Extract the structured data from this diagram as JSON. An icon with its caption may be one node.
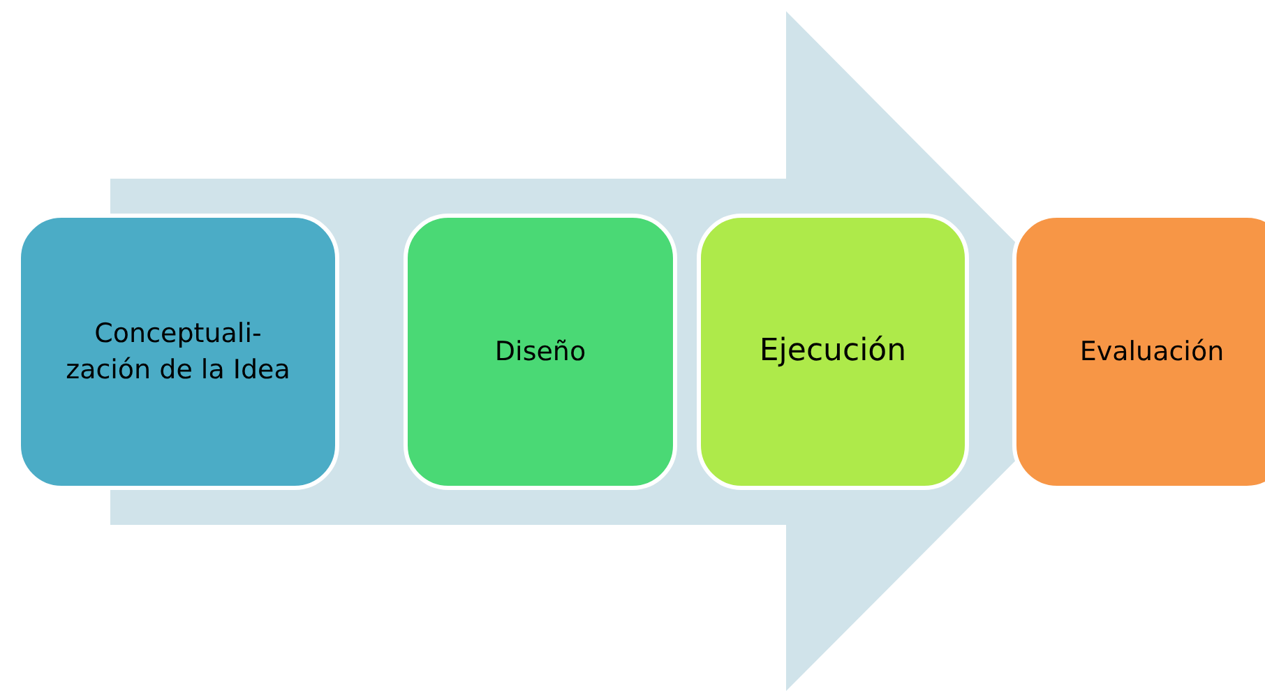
{
  "diagram": {
    "nodes": [
      {
        "text": [
          "Conceptuali- zación de la Idea"
        ]
      },
      {
        "text": [
          "Diseño"
        ]
      },
      {
        "text": [
          "Ejecución"
        ]
      },
      {
        "text": [
          "Evaluación"
        ]
      }
    ],
    "edges": [
      {
        "from": 0,
        "to": 3,
        "arrow": "to",
        "style": "thick"
      }
    ]
  }
}
